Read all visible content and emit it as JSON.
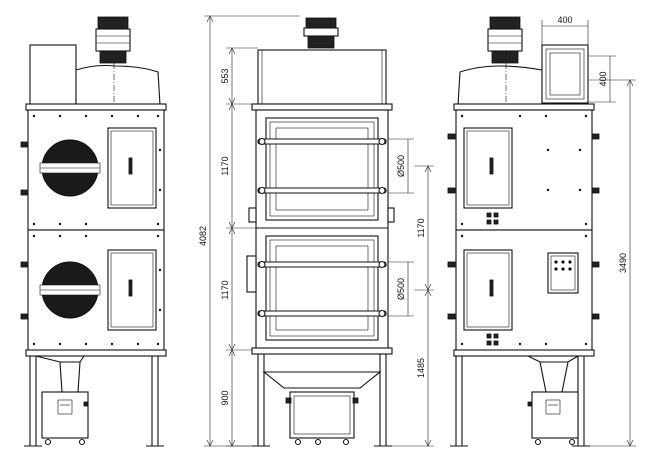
{
  "drawing": {
    "views": [
      "side-view-left",
      "front-view",
      "side-view-right"
    ],
    "dimensions": {
      "total_height": "4082",
      "motor_section": "553",
      "upper_module": "1170",
      "lower_module": "1170",
      "legs": "900",
      "filter_diameter_upper": "Ø500",
      "filter_diameter_lower": "Ø500",
      "module_height_right": "1170",
      "inlet_height": "1485",
      "outlet_width": "400",
      "outlet_height": "400",
      "outlet_axis_height": "3490"
    }
  }
}
